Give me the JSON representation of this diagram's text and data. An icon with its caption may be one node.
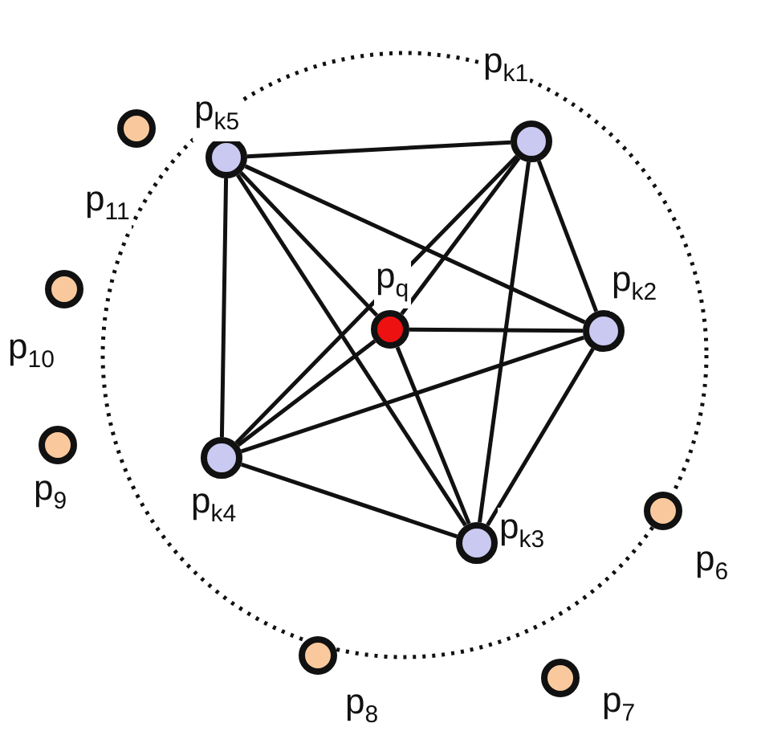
{
  "diagram": {
    "nodes": [
      {
        "text": [],
        "shape": "circle",
        "beside": [
          "p$_{11}$"
        ]
      },
      {
        "text": [],
        "shape": "circle",
        "beside": [
          "p$_{k5}$"
        ]
      },
      {
        "text": [],
        "shape": "circle",
        "beside": [
          "p$_{k1}$"
        ]
      },
      {
        "text": [],
        "shape": "circle",
        "beside": [
          "p$_{q}$"
        ]
      },
      {
        "text": [],
        "shape": "circle",
        "beside": [
          "p$_{10}$"
        ]
      },
      {
        "text": [],
        "shape": "circle",
        "beside": [
          "p$_{k2}$"
        ]
      },
      {
        "text": [],
        "shape": "circle",
        "beside": [
          "p$_{k4}$"
        ]
      },
      {
        "text": [],
        "shape": "circle",
        "beside": [
          "p$_{9}$"
        ]
      },
      {
        "text": [],
        "shape": "circle",
        "beside": [
          "p$_{6}$"
        ]
      },
      {
        "text": [],
        "shape": "circle",
        "beside": [
          "p$_{k3}$"
        ]
      },
      {
        "text": [],
        "shape": "circle",
        "beside": [
          "p$_{8}$"
        ]
      },
      {
        "text": [],
        "shape": "circle",
        "beside": [
          "p$_{7}$"
        ]
      }
    ],
    "edges": [
      {
        "from": 1,
        "to": 2,
        "arrow": "none"
      },
      {
        "from": 1,
        "to": 3,
        "arrow": "none"
      },
      {
        "from": 1,
        "to": 5,
        "arrow": "none"
      },
      {
        "from": 1,
        "to": 6,
        "arrow": "none"
      },
      {
        "from": 1,
        "to": 9,
        "arrow": "none"
      },
      {
        "from": 2,
        "to": 3,
        "arrow": "none"
      },
      {
        "from": 2,
        "to": 5,
        "arrow": "none"
      },
      {
        "from": 2,
        "to": 6,
        "arrow": "none"
      },
      {
        "from": 2,
        "to": 9,
        "arrow": "none"
      },
      {
        "from": 3,
        "to": 5,
        "arrow": "none"
      },
      {
        "from": 3,
        "to": 6,
        "arrow": "none"
      },
      {
        "from": 3,
        "to": 9,
        "arrow": "none"
      },
      {
        "from": 5,
        "to": 6,
        "arrow": "none"
      },
      {
        "from": 5,
        "to": 9,
        "arrow": "none"
      },
      {
        "from": 6,
        "to": 9,
        "arrow": "none"
      }
    ]
  }
}
